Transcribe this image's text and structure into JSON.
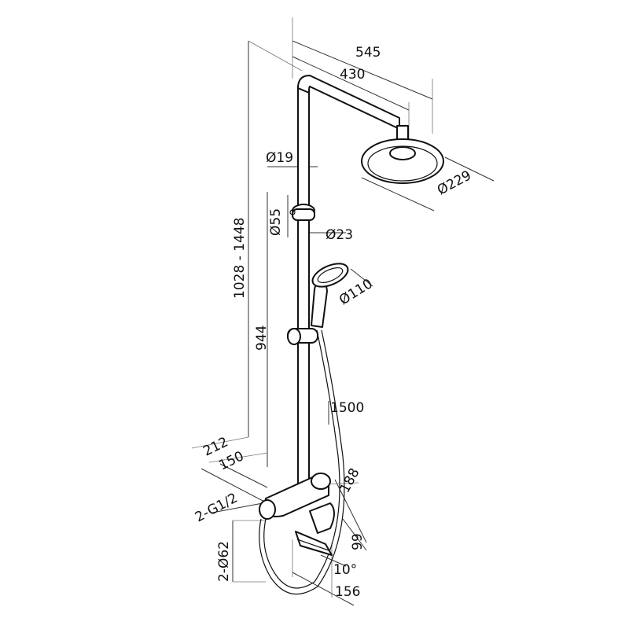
{
  "dimensions": {
    "d545": "545",
    "d430": "430",
    "d19": "Ø19",
    "d229": "Ø229",
    "d55": "Ø55",
    "d23": "Ø23",
    "d110": "Ø110",
    "d1028": "1028 - 1448",
    "d944": "944",
    "d1500": "1500",
    "d212": "212",
    "d150": "150",
    "d188": "188",
    "dG12": "2-G1/2",
    "d62": "2-Ø62",
    "d99": "99",
    "d10": "10°",
    "d156": "156"
  }
}
